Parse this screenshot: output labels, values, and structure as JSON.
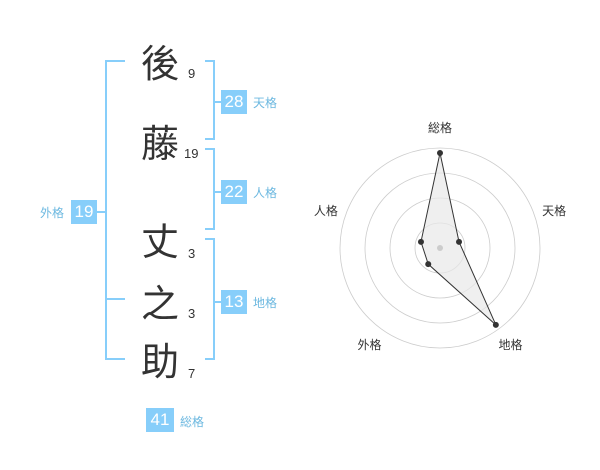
{
  "name": {
    "chars": [
      {
        "char": "後",
        "strokes": "9"
      },
      {
        "char": "藤",
        "strokes": "19"
      },
      {
        "char": "丈",
        "strokes": "3"
      },
      {
        "char": "之",
        "strokes": "3"
      },
      {
        "char": "助",
        "strokes": "7"
      }
    ]
  },
  "scores": {
    "tenkaku": {
      "value": "28",
      "label": "天格"
    },
    "jinkaku": {
      "value": "22",
      "label": "人格"
    },
    "chikaku": {
      "value": "13",
      "label": "地格"
    },
    "gaikaku": {
      "value": "19",
      "label": "外格"
    },
    "soukaku": {
      "value": "41",
      "label": "総格"
    }
  },
  "colors": {
    "accent": "#87cefa",
    "label": "#6cb8e0",
    "text": "#333333",
    "radar_ring": "#cccccc",
    "radar_fill": "#e8e8e8"
  },
  "chart_data": {
    "type": "radar",
    "axes": [
      "総格",
      "天格",
      "地格",
      "外格",
      "人格"
    ],
    "values": [
      0.95,
      0.2,
      0.95,
      0.2,
      0.2
    ],
    "rings": 4,
    "grid": true
  }
}
